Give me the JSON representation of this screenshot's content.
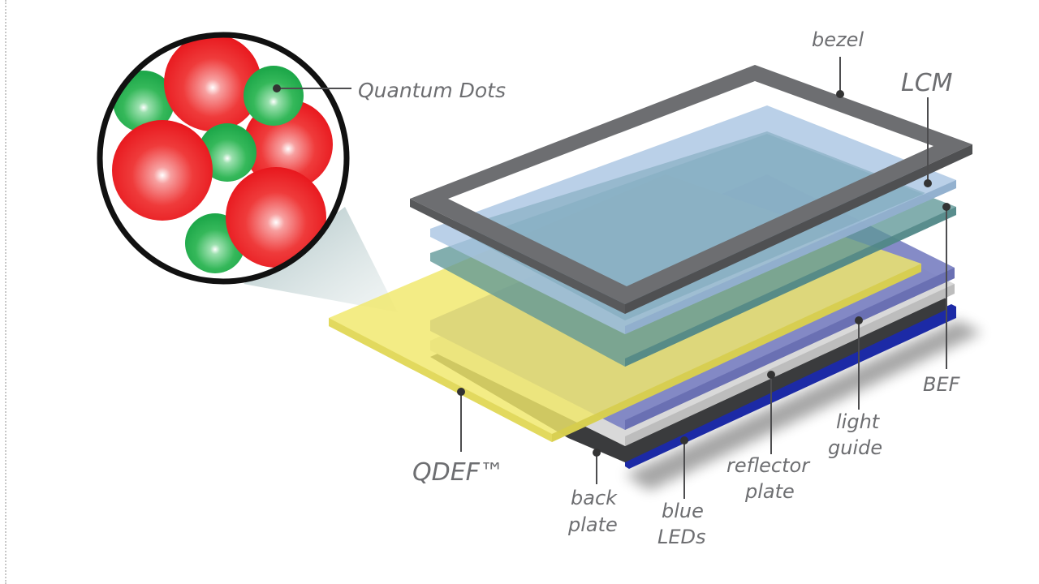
{
  "diagram": {
    "subject": "Quantum dot enhanced LCD display layer stack",
    "inset": {
      "label": "Quantum Dots",
      "dot_colors": {
        "red": "#e8171d",
        "green": "#1ea84a"
      }
    },
    "labels": {
      "bezel": "bezel",
      "lcm": "LCM",
      "bef": "BEF",
      "light_guide_1": "light",
      "light_guide_2": "guide",
      "reflector_1": "reflector",
      "reflector_2": "plate",
      "blue_leds_1": "blue",
      "blue_leds_2": "LEDs",
      "back_plate_1": "back",
      "back_plate_2": "plate",
      "qdef": "QDEF™"
    },
    "layer_colors": {
      "bezel": "#6d6e71",
      "lcm": "#a9c4e2",
      "bef": "#6fa3a6",
      "qdef": "#f0e86a",
      "light_guide": "#7e85c4",
      "reflector": "#d9d9d9",
      "back_plate": "#3a3b3d",
      "blue_leds": "#1c2aa6"
    }
  }
}
